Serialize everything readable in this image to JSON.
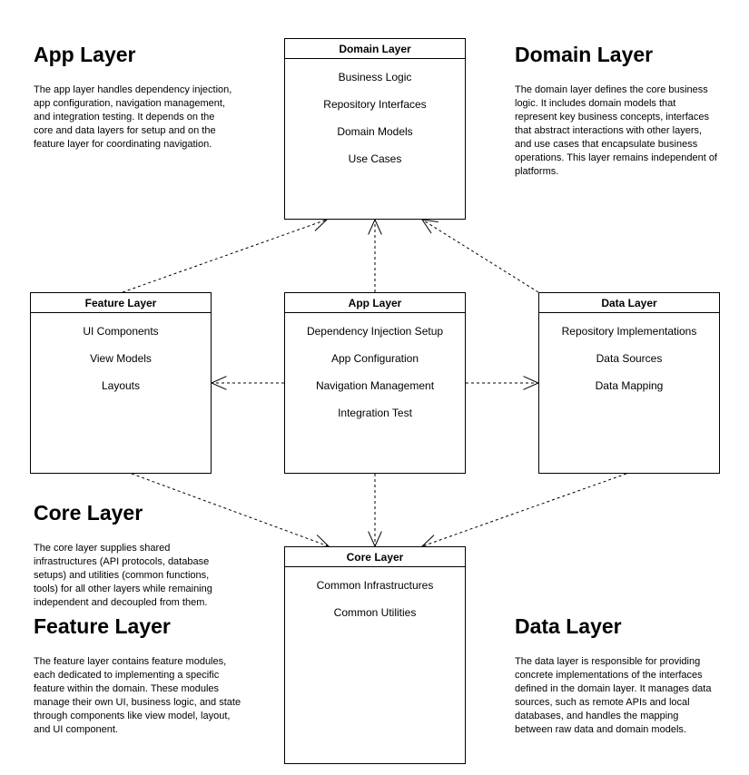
{
  "boxes": {
    "domain": {
      "title": "Domain Layer",
      "items": [
        "Business Logic",
        "Repository Interfaces",
        "Domain Models",
        "Use Cases"
      ]
    },
    "feature": {
      "title": "Feature Layer",
      "items": [
        "UI Components",
        "View Models",
        "Layouts"
      ]
    },
    "app": {
      "title": "App Layer",
      "items": [
        "Dependency Injection Setup",
        "App Configuration",
        "Navigation Management",
        "Integration Test"
      ]
    },
    "data": {
      "title": "Data Layer",
      "items": [
        "Repository Implementations",
        "Data Sources",
        "Data Mapping"
      ]
    },
    "core": {
      "title": "Core Layer",
      "items": [
        "Common Infrastructures",
        "Common Utilities"
      ]
    }
  },
  "descriptions": {
    "app": {
      "heading": "App Layer",
      "text": "The app layer handles dependency injection, app configuration, navigation management, and integration testing. It depends on the core and data layers for setup and on the feature layer for coordinating navigation."
    },
    "domain": {
      "heading": "Domain Layer",
      "text": "The domain layer defines the core business logic. It includes domain models that represent key business concepts, interfaces that abstract interactions with other layers, and use cases that encapsulate business operations. This layer remains independent of platforms."
    },
    "core": {
      "heading": "Core Layer",
      "text": "The core layer supplies shared infrastructures (API protocols, database setups) and utilities (common functions, tools) for all other layers while remaining independent and decoupled from them."
    },
    "feature": {
      "heading": "Feature Layer",
      "text": "The feature layer contains feature modules, each dedicated to implementing a specific feature within the domain. These modules manage their own UI, business logic, and state through components like view model, layout, and UI component."
    },
    "data": {
      "heading": "Data Layer",
      "text": "The data layer is responsible for providing concrete implementations of the interfaces defined in the domain layer. It manages data sources, such as remote APIs and local databases, and handles the mapping between raw data and domain models."
    }
  },
  "dependencies": [
    {
      "from": "feature",
      "to": "domain"
    },
    {
      "from": "app",
      "to": "domain"
    },
    {
      "from": "data",
      "to": "domain"
    },
    {
      "from": "app",
      "to": "feature"
    },
    {
      "from": "app",
      "to": "data"
    },
    {
      "from": "feature",
      "to": "core"
    },
    {
      "from": "app",
      "to": "core"
    },
    {
      "from": "data",
      "to": "core"
    }
  ],
  "style": {
    "line_color": "#000000",
    "box_border": "#000000",
    "background": "#ffffff"
  }
}
